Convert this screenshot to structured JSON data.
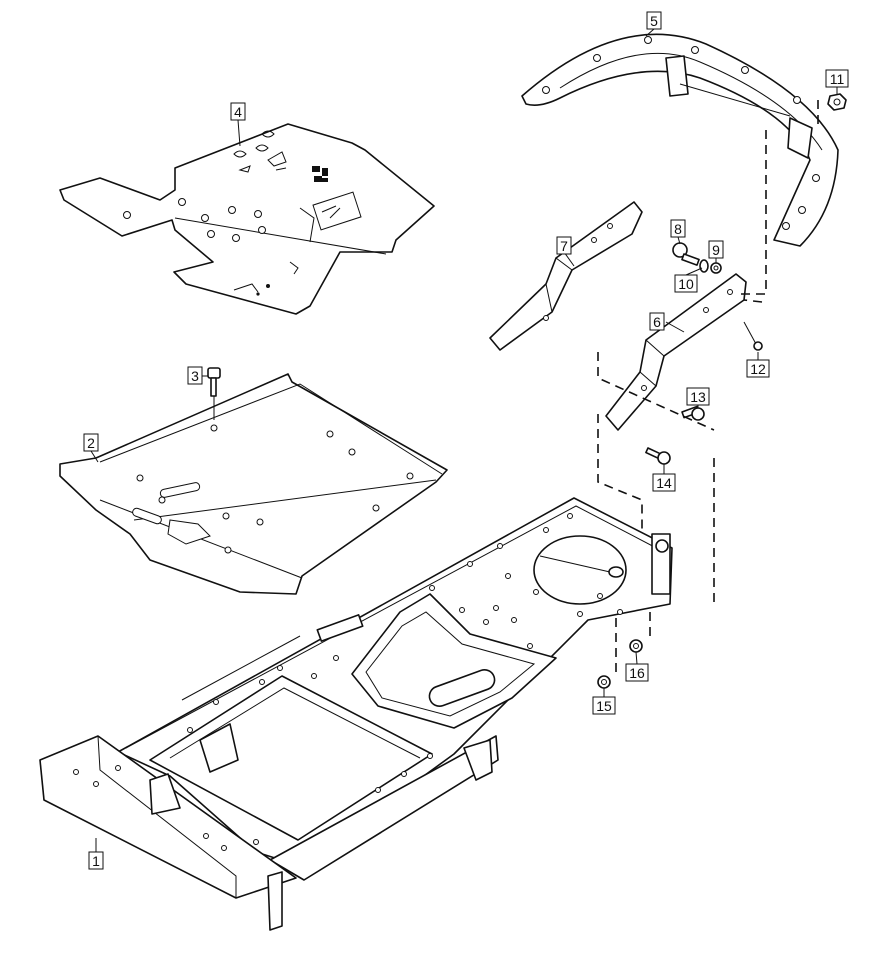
{
  "diagram": {
    "callouts": [
      {
        "id": "callout-1",
        "label": "1"
      },
      {
        "id": "callout-2",
        "label": "2"
      },
      {
        "id": "callout-3",
        "label": "3"
      },
      {
        "id": "callout-4",
        "label": "4"
      },
      {
        "id": "callout-5",
        "label": "5"
      },
      {
        "id": "callout-6",
        "label": "6"
      },
      {
        "id": "callout-7",
        "label": "7"
      },
      {
        "id": "callout-8",
        "label": "8"
      },
      {
        "id": "callout-9",
        "label": "9"
      },
      {
        "id": "callout-10",
        "label": "10"
      },
      {
        "id": "callout-11",
        "label": "11"
      },
      {
        "id": "callout-12",
        "label": "12"
      },
      {
        "id": "callout-13",
        "label": "13"
      },
      {
        "id": "callout-14",
        "label": "14"
      },
      {
        "id": "callout-15",
        "label": "15"
      },
      {
        "id": "callout-16",
        "label": "16"
      }
    ]
  }
}
